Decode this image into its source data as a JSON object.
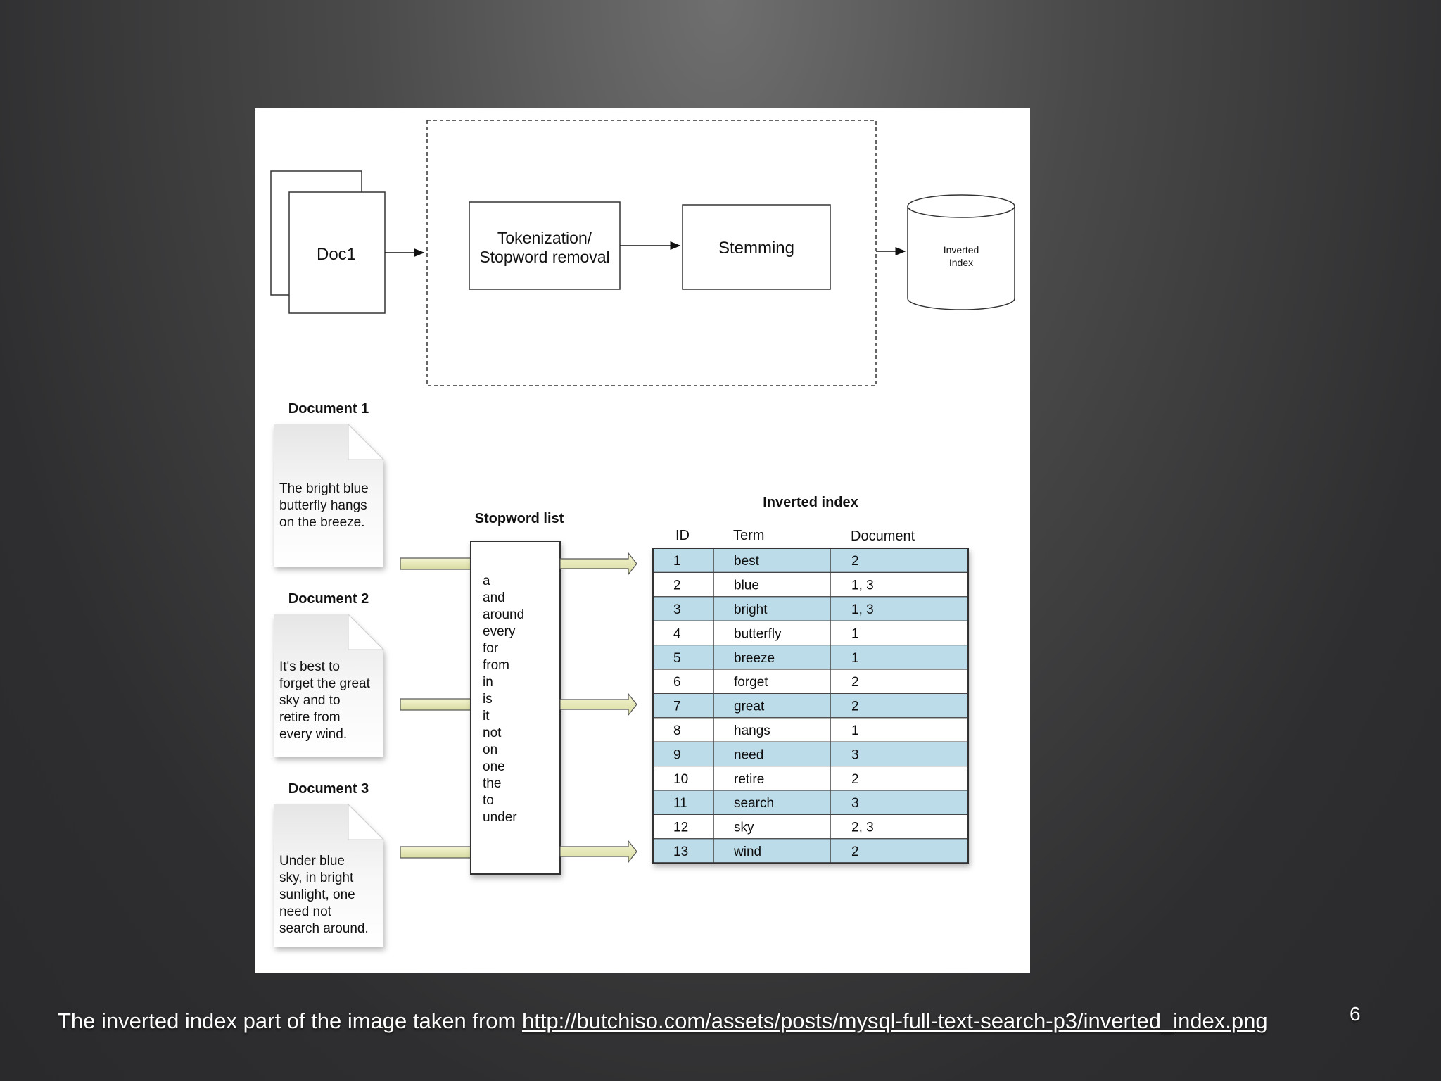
{
  "pipeline": {
    "doc_label": "Doc1",
    "tokenization_line1": "Tokenization/",
    "tokenization_line2": "Stopword removal",
    "stemming_label": "Stemming",
    "index_line1": "Inverted",
    "index_line2": "Index"
  },
  "documents": [
    {
      "title": "Document 1",
      "lines": [
        "The bright blue",
        "butterfly hangs",
        "on the breeze."
      ]
    },
    {
      "title": "Document 2",
      "lines": [
        "It's best to",
        "forget the great",
        "sky and to",
        "retire from",
        "every wind."
      ]
    },
    {
      "title": "Document 3",
      "lines": [
        "Under blue",
        "sky, in bright",
        "sunlight, one",
        "need not",
        "search around."
      ]
    }
  ],
  "stopwords": {
    "title": "Stopword list",
    "words": [
      "a",
      "and",
      "around",
      "every",
      "for",
      "from",
      "in",
      "is",
      "it",
      "not",
      "on",
      "one",
      "the",
      "to",
      "under"
    ]
  },
  "inverted_index": {
    "title": "Inverted index",
    "headers": [
      "ID",
      "Term",
      "Document"
    ],
    "rows": [
      [
        "1",
        "best",
        "2"
      ],
      [
        "2",
        "blue",
        "1, 3"
      ],
      [
        "3",
        "bright",
        "1, 3"
      ],
      [
        "4",
        "butterfly",
        "1"
      ],
      [
        "5",
        "breeze",
        "1"
      ],
      [
        "6",
        "forget",
        "2"
      ],
      [
        "7",
        "great",
        "2"
      ],
      [
        "8",
        "hangs",
        "1"
      ],
      [
        "9",
        "need",
        "3"
      ],
      [
        "10",
        "retire",
        "2"
      ],
      [
        "11",
        "search",
        "3"
      ],
      [
        "12",
        "sky",
        "2, 3"
      ],
      [
        "13",
        "wind",
        "2"
      ]
    ],
    "row_colors": [
      "#bcdcea",
      "#ffffff"
    ]
  },
  "caption": {
    "prefix": "The inverted index part of the image taken from ",
    "link_text": "http://butchiso.com/assets/posts/mysql-full-text-search-p3/inverted_index.png"
  },
  "slide_number": "6"
}
